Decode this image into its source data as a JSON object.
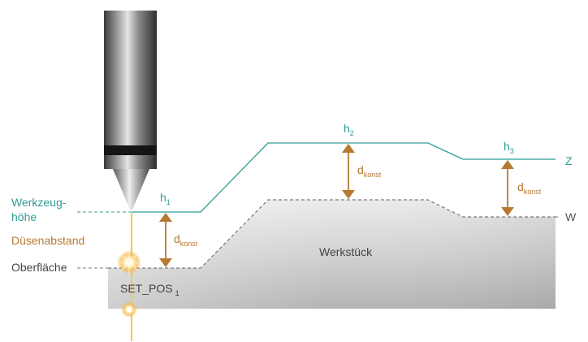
{
  "labels": {
    "werkzeughoehe_line1": "Werkzeug-",
    "werkzeughoehe_line2": "höhe",
    "duesenabstand": "Düsenabstand",
    "oberflaeche": "Oberfläche",
    "werkstueck": "Werkstück",
    "set_pos_main": "SET_POS",
    "set_pos_sub": "1",
    "axis_z": "Z",
    "axis_w": "W",
    "h1_main": "h",
    "h1_sub": "1",
    "h2_main": "h",
    "h2_sub": "2",
    "h3_main": "h",
    "h3_sub": "3",
    "d_main": "d",
    "d_sub": "konst"
  },
  "colors": {
    "teal": "#2f9c95",
    "brown": "#b57a32",
    "beam": "#f5b800",
    "dashed": "#777777"
  },
  "icons": [
    "nozzle-icon",
    "laser-beam-icon",
    "spark-icon"
  ]
}
